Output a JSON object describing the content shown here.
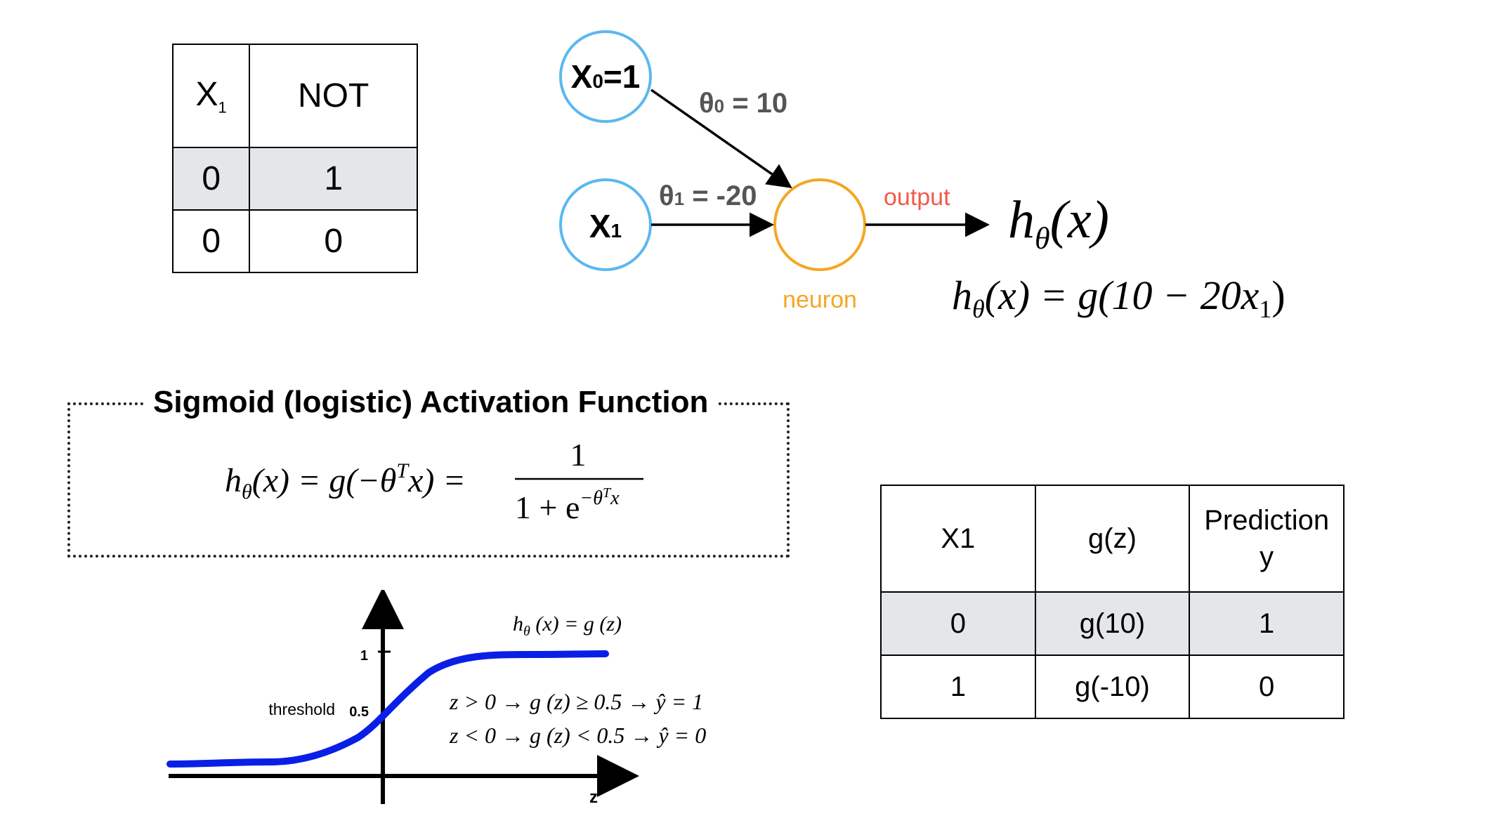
{
  "not_table": {
    "headers": [
      "X",
      "NOT"
    ],
    "header_subscript": "1",
    "rows": [
      [
        "0",
        "1"
      ],
      [
        "0",
        "0"
      ]
    ]
  },
  "neuron": {
    "x0_main": "X",
    "x0_sub": "0",
    "x0_eq": "=1",
    "x1_main": "X",
    "x1_sub": "1",
    "theta0_main": "θ",
    "theta0_sub": "0",
    "theta0_val": " = 10",
    "theta1_main": "θ",
    "theta1_sub": "1",
    "theta1_val": " = -20",
    "output_label": "output",
    "neuron_label": "neuron",
    "h_theta": "h",
    "h_theta_sub": "θ",
    "h_theta_arg": "(x)",
    "formula_lhs": "h",
    "formula_sub": "θ",
    "formula_rest": "(x) = g(10 − 20x",
    "formula_x_sub": "1",
    "formula_close": ")"
  },
  "sigmoid_box": {
    "title": "Sigmoid (logistic) Activation Function",
    "lhs": "h",
    "lhs_sub": "θ",
    "mid": "(x) = g(−θ",
    "mid_sup": "T",
    "mid_end": "x) =",
    "numerator": "1",
    "denominator": "1 + e",
    "denominator_sup": "−θ",
    "denominator_sup_T": "T",
    "denominator_sup_x": "x"
  },
  "sigmoid_plot": {
    "curve_label_h": "h",
    "curve_label_sub": "θ",
    "curve_label_rest": " (x) = g (z)",
    "tick_1": "1",
    "tick_05": "0.5",
    "threshold_label": "threshold",
    "axis_label": "z",
    "rule1": "z > 0 → g (z) ≥ 0.5 → ŷ = 1",
    "rule2": "z < 0 → g (z) < 0.5 → ŷ = 0",
    "curve_color": "#0a1fe6"
  },
  "pred_table": {
    "headers": [
      "X1",
      "g(z)",
      "Prediction\ny"
    ],
    "rows": [
      [
        "0",
        "g(10)",
        "1"
      ],
      [
        "1",
        "g(-10)",
        "0"
      ]
    ]
  },
  "colors": {
    "input_node": "#5bb8ef",
    "neuron_node": "#f5a623",
    "output_label": "#f25a4a",
    "neuron_label": "#f5a623"
  }
}
